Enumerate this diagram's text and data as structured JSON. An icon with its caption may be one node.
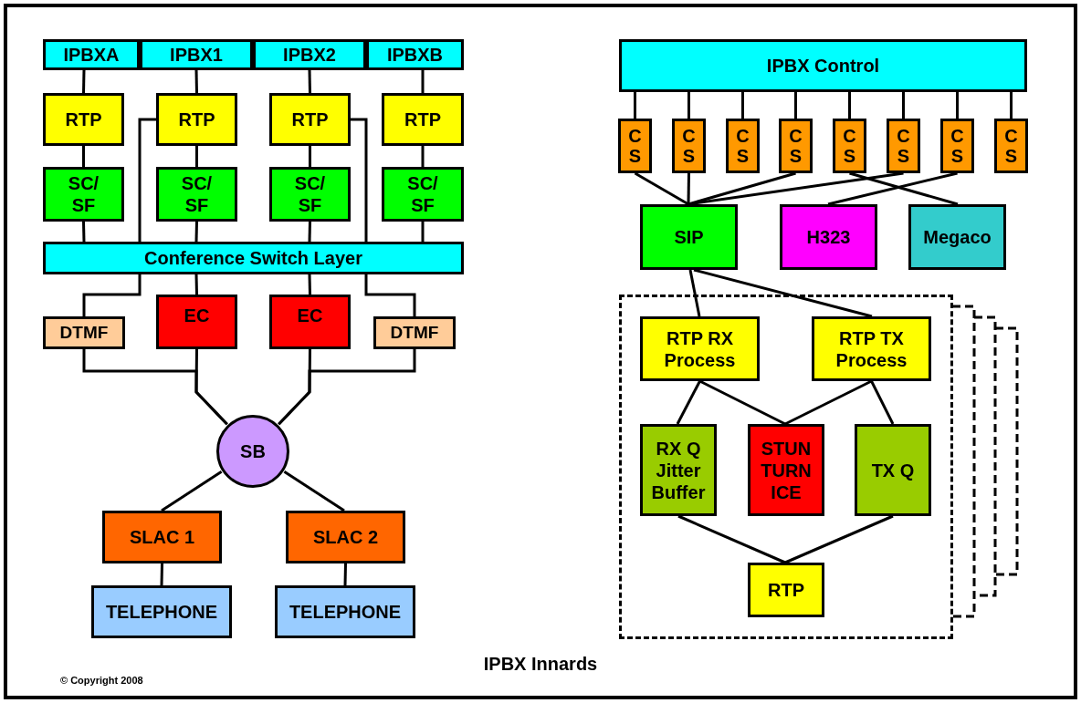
{
  "diagram": {
    "title": "IPBX Innards",
    "nodes": [
      {
        "text": [
          "IPBXA"
        ]
      },
      {
        "text": [
          "IPBX1"
        ]
      },
      {
        "text": [
          "IPBX2"
        ]
      },
      {
        "text": [
          "IPBXB"
        ]
      },
      {
        "text": [
          "RTP"
        ]
      },
      {
        "text": [
          "RTP"
        ]
      },
      {
        "text": [
          "RTP"
        ]
      },
      {
        "text": [
          "RTP"
        ]
      },
      {
        "text": [
          "SC/ SF"
        ]
      },
      {
        "text": [
          "SC/ SF"
        ]
      },
      {
        "text": [
          "SC/ SF"
        ]
      },
      {
        "text": [
          "SC/ SF"
        ]
      },
      {
        "text": [
          "Conference Switch Layer"
        ]
      },
      {
        "text": [
          "DTMF"
        ]
      },
      {
        "text": [
          "EC"
        ]
      },
      {
        "text": [
          "EC"
        ]
      },
      {
        "text": [
          "DTMF"
        ]
      },
      {
        "text": [
          "SB"
        ]
      },
      {
        "text": [
          "SLAC 1"
        ]
      },
      {
        "text": [
          "SLAC 2"
        ]
      },
      {
        "text": [
          "TELEPHONE"
        ]
      },
      {
        "text": [
          "TELEPHONE"
        ]
      },
      {
        "text": [
          "IPBX Control"
        ]
      },
      {
        "text": [
          "C S"
        ]
      },
      {
        "text": [
          "C S"
        ]
      },
      {
        "text": [
          "C S"
        ]
      },
      {
        "text": [
          "C S"
        ]
      },
      {
        "text": [
          "C S"
        ]
      },
      {
        "text": [
          "C S"
        ]
      },
      {
        "text": [
          "C S"
        ]
      },
      {
        "text": [
          "C S"
        ]
      },
      {
        "text": [
          "SIP"
        ]
      },
      {
        "text": [
          "H323"
        ]
      },
      {
        "text": [
          "Megaco"
        ]
      },
      {
        "text": [],
        "shape": "box"
      },
      {
        "text": [
          "RTP RX Process"
        ],
        "in": 34
      },
      {
        "text": [
          "RTP TX Process"
        ],
        "in": 34
      },
      {
        "text": [
          "RX Q Jitter Buffer"
        ],
        "in": 34
      },
      {
        "text": [
          "STUN TURN ICE"
        ],
        "in": 34
      },
      {
        "text": [
          "TX Q"
        ],
        "in": 34
      },
      {
        "text": [
          "RTP"
        ],
        "in": 34
      }
    ],
    "edges": [
      {
        "from": 0,
        "to": 4,
        "arrow": "none"
      },
      {
        "from": 1,
        "to": 5,
        "arrow": "none"
      },
      {
        "from": 2,
        "to": 6,
        "arrow": "none"
      },
      {
        "from": 3,
        "to": 7,
        "arrow": "none"
      },
      {
        "from": 4,
        "to": 8,
        "arrow": "none"
      },
      {
        "from": 5,
        "to": 9,
        "arrow": "none"
      },
      {
        "from": 6,
        "to": 10,
        "arrow": "none"
      },
      {
        "from": 7,
        "to": 11,
        "arrow": "none"
      },
      {
        "from": 8,
        "to": 12,
        "arrow": "none"
      },
      {
        "from": 9,
        "to": 12,
        "arrow": "none"
      },
      {
        "from": 10,
        "to": 12,
        "arrow": "none"
      },
      {
        "from": 11,
        "to": 12,
        "arrow": "none"
      },
      {
        "from": 5,
        "to": 12,
        "arrow": "none"
      },
      {
        "from": 6,
        "to": 12,
        "arrow": "none"
      },
      {
        "from": 12,
        "to": 13,
        "arrow": "none"
      },
      {
        "from": 12,
        "to": 14,
        "arrow": "none"
      },
      {
        "from": 12,
        "to": 15,
        "arrow": "none"
      },
      {
        "from": 12,
        "to": 16,
        "arrow": "none"
      },
      {
        "from": 13,
        "to": 17,
        "arrow": "none"
      },
      {
        "from": 14,
        "to": 17,
        "arrow": "none"
      },
      {
        "from": 15,
        "to": 17,
        "arrow": "none"
      },
      {
        "from": 16,
        "to": 17,
        "arrow": "none"
      },
      {
        "from": 17,
        "to": 18,
        "arrow": "none"
      },
      {
        "from": 17,
        "to": 19,
        "arrow": "none"
      },
      {
        "from": 18,
        "to": 20,
        "arrow": "none"
      },
      {
        "from": 19,
        "to": 21,
        "arrow": "none"
      },
      {
        "from": 22,
        "to": 23,
        "arrow": "none"
      },
      {
        "from": 22,
        "to": 24,
        "arrow": "none"
      },
      {
        "from": 22,
        "to": 25,
        "arrow": "none"
      },
      {
        "from": 22,
        "to": 26,
        "arrow": "none"
      },
      {
        "from": 22,
        "to": 27,
        "arrow": "none"
      },
      {
        "from": 22,
        "to": 28,
        "arrow": "none"
      },
      {
        "from": 22,
        "to": 29,
        "arrow": "none"
      },
      {
        "from": 22,
        "to": 30,
        "arrow": "none"
      },
      {
        "from": 23,
        "to": 31,
        "arrow": "none"
      },
      {
        "from": 24,
        "to": 31,
        "arrow": "none"
      },
      {
        "from": 26,
        "to": 31,
        "arrow": "none"
      },
      {
        "from": 28,
        "to": 31,
        "arrow": "none"
      },
      {
        "from": 27,
        "to": 33,
        "arrow": "none"
      },
      {
        "from": 29,
        "to": 32,
        "arrow": "none"
      },
      {
        "from": 31,
        "to": 35,
        "arrow": "none"
      },
      {
        "from": 31,
        "to": 36,
        "arrow": "none"
      },
      {
        "from": 35,
        "to": 37,
        "arrow": "none"
      },
      {
        "from": 35,
        "to": 38,
        "arrow": "none"
      },
      {
        "from": 36,
        "to": 38,
        "arrow": "none"
      },
      {
        "from": 36,
        "to": 39,
        "arrow": "none"
      },
      {
        "from": 37,
        "to": 40,
        "arrow": "none"
      },
      {
        "from": 39,
        "to": 40,
        "arrow": "none"
      }
    ],
    "labels": [
      "© Copyright 2008"
    ]
  }
}
